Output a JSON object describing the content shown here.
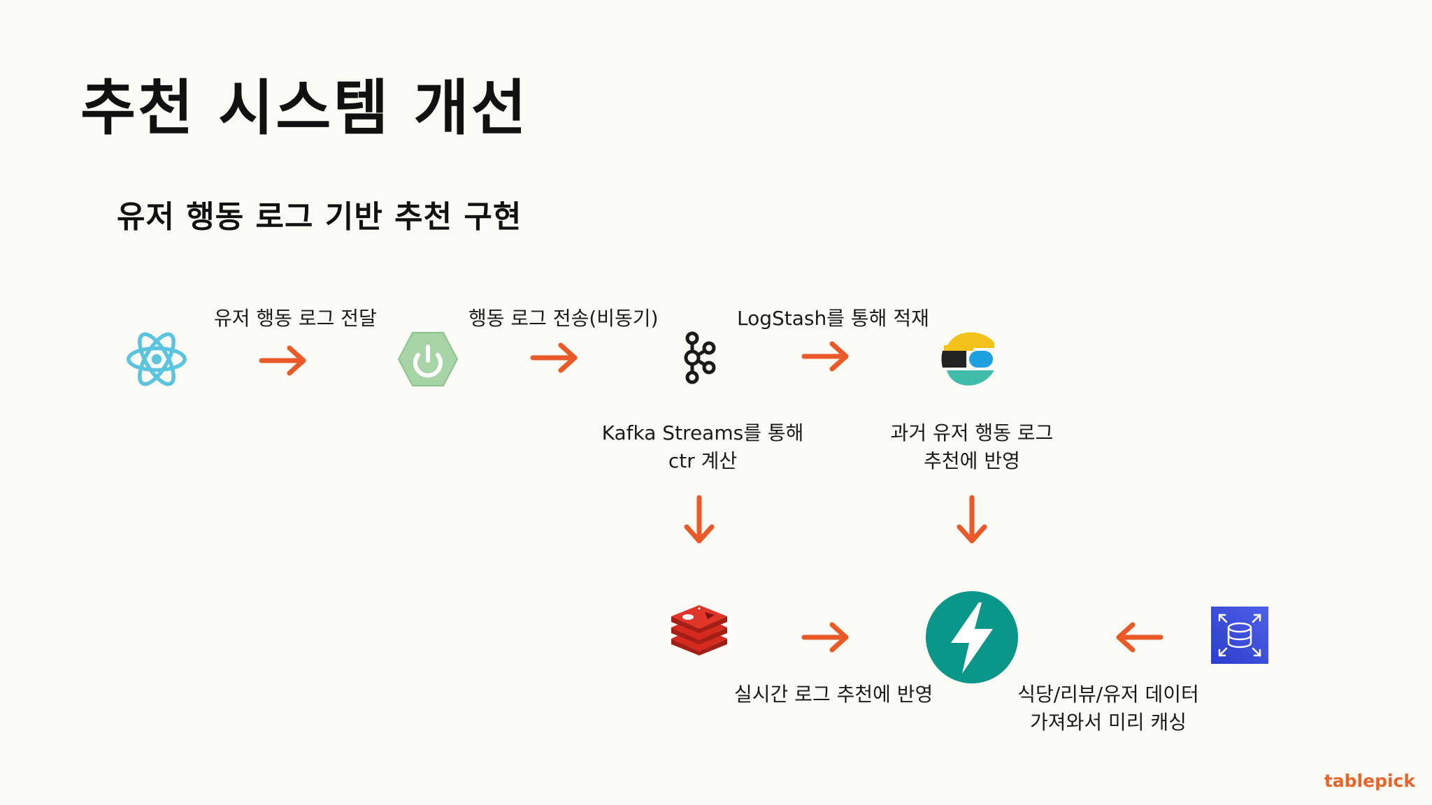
{
  "slide": {
    "title": "추천 시스템 개선",
    "subtitle": "유저 행동 로그 기반 추천 구현"
  },
  "flow": {
    "label_user_log": "유저 행동 로그 전달",
    "label_async": "행동 로그 전송(비동기)",
    "label_logstash": "LogStash를 통해 적재",
    "label_kafka_streams_1": "Kafka Streams를 통해",
    "label_kafka_streams_2": "ctr 계산",
    "label_past_log_1": "과거 유저 행동 로그",
    "label_past_log_2": "추천에 반영",
    "label_realtime": "실시간 로그 추천에 반영",
    "label_caching_1": "식당/리뷰/유저 데이터",
    "label_caching_2": "가져와서 미리 캐싱"
  },
  "icons": [
    "react-icon",
    "spring-icon",
    "kafka-icon",
    "elasticsearch-icon",
    "redis-icon",
    "fastapi-icon",
    "aws-rds-icon"
  ],
  "colors": {
    "arrow": "#e95a28",
    "react": "#5bc4de",
    "spring": "#a7d4a7",
    "redis": "#d52b1e",
    "fastapi": "#0a9688",
    "rds": "#3243d0",
    "brand": "#e8642a",
    "background": "#fdfbf5"
  },
  "brand": {
    "logo_text": "tablepick"
  }
}
